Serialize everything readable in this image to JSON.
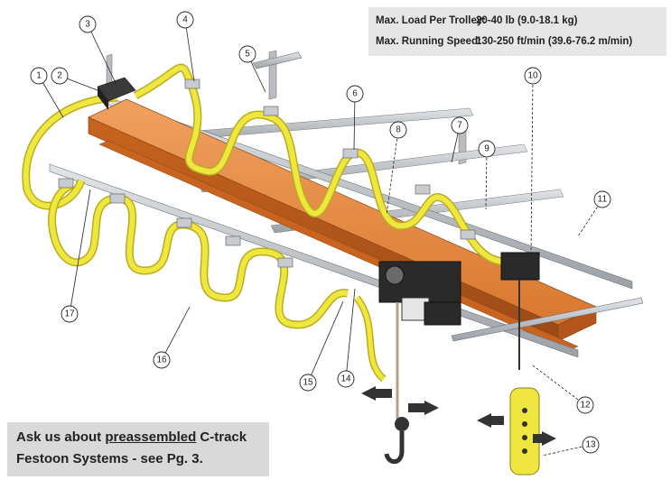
{
  "specs": {
    "rows": [
      {
        "label": "Max. Load Per Trolley:",
        "value": "20-40 lb (9.0-18.1 kg)"
      },
      {
        "label": "Max. Running Speed:",
        "value": "130-250 ft/min (39.6-76.2 m/min)"
      }
    ]
  },
  "note": {
    "line1_pre": "Ask us about ",
    "line1_emph": "preassembled",
    "line1_post": " C-track",
    "line2": "Festoon Systems - see Pg. 3."
  },
  "callouts": [
    "1",
    "2",
    "3",
    "4",
    "5",
    "6",
    "7",
    "8",
    "9",
    "10",
    "11",
    "12",
    "13",
    "14",
    "15",
    "16",
    "17"
  ],
  "colors": {
    "beam": "#d9782f",
    "cable": "#e8e03a",
    "track": "#bfc3c7",
    "hoist": "#2a2a2a",
    "spec_bg": "#e6e6e6",
    "note_bg": "#d9d9d9"
  }
}
